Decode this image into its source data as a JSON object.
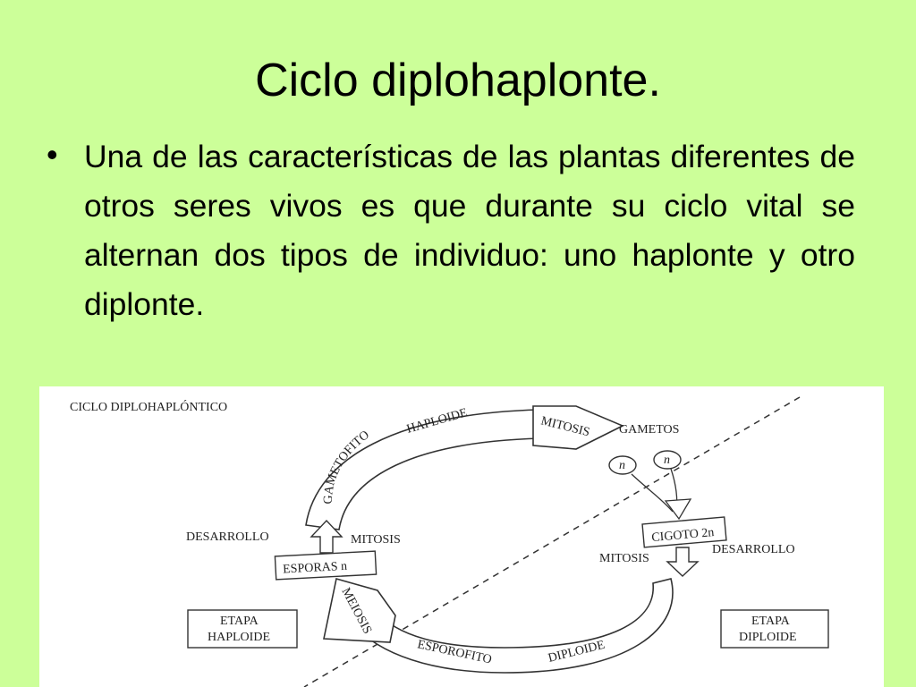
{
  "slide": {
    "title": "Ciclo diplohaplonte.",
    "bullet": "Una de las características de las plantas diferentes de otros seres vivos es que durante su ciclo vital se alternan dos tipos de individuo: uno haplonte y otro diplonte."
  },
  "diagram": {
    "heading": "CICLO DIPLOHAPLÓNTICO",
    "gametofito": "GAMETOFITO",
    "haploide": "HAPLOIDE",
    "mitosis_top": "MITOSIS",
    "gametos": "GAMETOS",
    "n1": "n",
    "n2": "n",
    "cigoto": "CIGOTO 2n",
    "desarrollo_right": "DESARROLLO",
    "mitosis_right": "MITOSIS",
    "desarrollo_left": "DESARROLLO",
    "mitosis_left": "MITOSIS",
    "esporas": "ESPORAS n",
    "meiosis": "MEIOSIS",
    "esporofito": "ESPOROFITO",
    "diploide": "DIPLOIDE",
    "etapa_haploide_1": "ETAPA",
    "etapa_haploide_2": "HAPLOIDE",
    "etapa_diploide_1": "ETAPA",
    "etapa_diploide_2": "DIPLOIDE"
  }
}
